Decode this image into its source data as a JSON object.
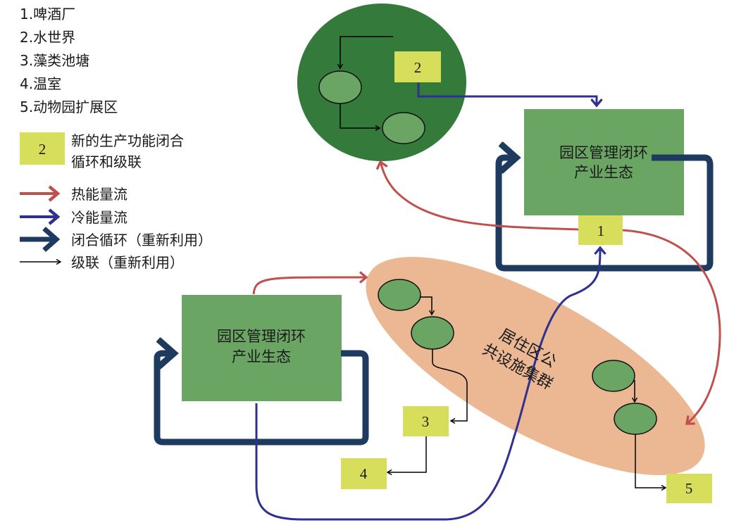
{
  "legend": {
    "items": [
      "1.啤酒厂",
      "2.水世界",
      "3.藻类池塘",
      "4.温室",
      "5.动物园扩展区"
    ],
    "yellow_badge": "2",
    "yellow_line1": "新的生产功能闭合",
    "yellow_line2": "循环和级联",
    "heat_label": "热能量流",
    "cold_label": "冷能量流",
    "loop_label": "闭合循环（重新利用）",
    "cascade_label": "级联（重新利用）"
  },
  "boxes": {
    "right_line1": "园区管理闭环",
    "right_line2": "产业生态",
    "left_line1": "园区管理闭环",
    "left_line2": "产业生态"
  },
  "ellipse": {
    "line1": "居住区公",
    "line2": "共设施集群"
  },
  "labels": {
    "n1": "1",
    "n2": "2",
    "n3": "3",
    "n4": "4",
    "n5": "5"
  },
  "colors": {
    "heat": "#c0504d",
    "cold": "#2e3192",
    "loop": "#1f3a5f",
    "green_box": "#6aa564",
    "dark_circle": "#337a3b",
    "yellow": "#d6de5b",
    "ellipse": "#ebb893",
    "node": "#6fa563"
  }
}
